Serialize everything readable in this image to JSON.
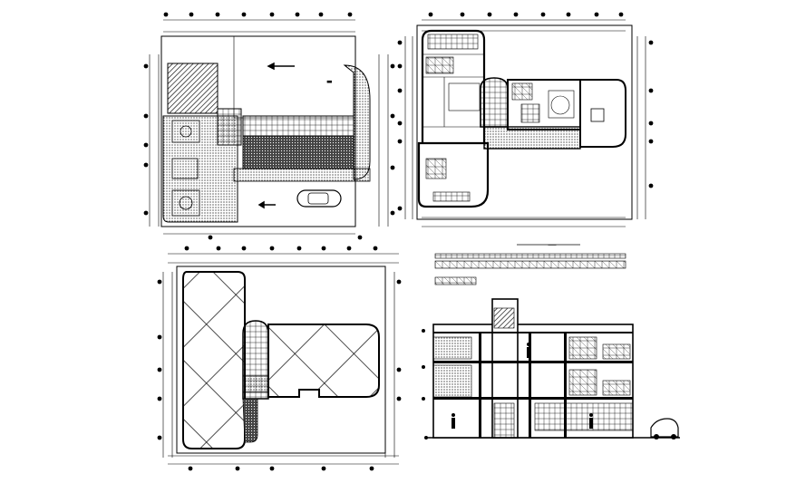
{
  "drawing": {
    "background": "#ffffff",
    "ink": "#000000",
    "panels": [
      {
        "id": "ground-floor-plan",
        "label_glyph": "▬"
      },
      {
        "id": "first-floor-plan"
      },
      {
        "id": "roof-plan"
      },
      {
        "id": "section-elevation"
      }
    ],
    "scale_glyph": "—"
  }
}
